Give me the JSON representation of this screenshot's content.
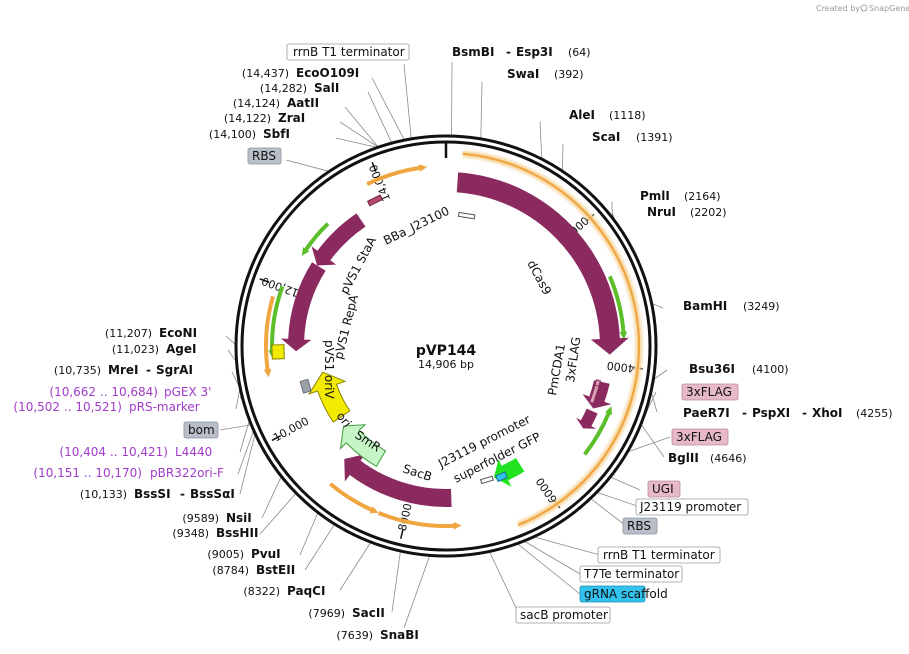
{
  "credit": {
    "prefix": "Created by",
    "brand": "SnapGene"
  },
  "plasmid": {
    "name": "pVP144",
    "size_label": "14,906 bp",
    "total_bp": 14906
  },
  "ticks": [
    {
      "bp": 2000,
      "label": "2000"
    },
    {
      "bp": 4000,
      "label": "4000"
    },
    {
      "bp": 6000,
      "label": "6000"
    },
    {
      "bp": 8000,
      "label": "8000"
    },
    {
      "bp": 10000,
      "label": "10,000"
    },
    {
      "bp": 12000,
      "label": "12,000"
    },
    {
      "bp": 14000,
      "label": "14,000"
    }
  ],
  "colors": {
    "cds": "#8b2a5f",
    "primer": "#f0a640",
    "primer_glow": "#f7d9a6",
    "green_arrow": "#5cbf2a",
    "gfp": "#22e322",
    "smr": "#c6f5c6",
    "ori": "#f2ea00",
    "rbs_box": "#b8bfc8",
    "tag_box": "#e7b9c8",
    "grna_box": "#33c1ee",
    "purple": "#a23cc9",
    "backbone": "#111111"
  },
  "features": [
    {
      "name": "dCas9",
      "type": "cds",
      "label": "dCas9"
    },
    {
      "name": "pVS1 StaA",
      "type": "cds",
      "label": "pVS1 StaA"
    },
    {
      "name": "pVS1 RepA",
      "type": "cds",
      "label": "pVS1 RepA"
    },
    {
      "name": "3xFLAG",
      "type": "cds",
      "label": "3xFLAG"
    },
    {
      "name": "PmCDA1",
      "type": "cds",
      "label": "PmCDA1"
    },
    {
      "name": "SacB",
      "type": "cds",
      "label": "SacB"
    },
    {
      "name": "superfolder GFP",
      "type": "gfp",
      "label": "superfolder GFP"
    },
    {
      "name": "J23119 promoter",
      "type": "promoter",
      "label": "J23119 promoter"
    },
    {
      "name": "SmR",
      "type": "smr",
      "label": "SmR"
    },
    {
      "name": "ori",
      "type": "ori",
      "label": "ori"
    },
    {
      "name": "pVS1 oriV",
      "type": "ori",
      "label": "pVS1 oriV"
    },
    {
      "name": "BBa_J23100",
      "type": "promoter",
      "label": "BBa_J23100"
    }
  ],
  "sites": [
    {
      "name": "BsmBI",
      "name2": "Esp3I",
      "pos": "(64)"
    },
    {
      "name": "SwaI",
      "pos": "(392)"
    },
    {
      "name": "AleI",
      "pos": "(1118)"
    },
    {
      "name": "ScaI",
      "pos": "(1391)"
    },
    {
      "name": "PmlI",
      "pos": "(2164)"
    },
    {
      "name": "NruI",
      "pos": "(2202)"
    },
    {
      "name": "BamHI",
      "pos": "(3249)"
    },
    {
      "name": "Bsu36I",
      "pos": "(4100)"
    },
    {
      "name": "PaeR7I",
      "name2": "PspXI",
      "name3": "XhoI",
      "pos": "(4255)"
    },
    {
      "name": "BglII",
      "pos": "(4646)"
    },
    {
      "name": "SnaBI",
      "pos": "(7639)"
    },
    {
      "name": "SacII",
      "pos": "(7969)"
    },
    {
      "name": "PaqCI",
      "pos": "(8322)"
    },
    {
      "name": "BstEII",
      "pos": "(8784)"
    },
    {
      "name": "PvuI",
      "pos": "(9005)"
    },
    {
      "name": "BssHII",
      "pos": "(9348)"
    },
    {
      "name": "NsiI",
      "pos": "(9589)"
    },
    {
      "name": "BssSI",
      "name2": "BssSαI",
      "pos": "(10,133)"
    },
    {
      "name": "MreI",
      "name2": "SgrAI",
      "pos": "(10,735)"
    },
    {
      "name": "AgeI",
      "pos": "(11,023)"
    },
    {
      "name": "EcoNI",
      "pos": "(11,207)"
    },
    {
      "name": "SbfI",
      "pos": "(14,100)"
    },
    {
      "name": "ZraI",
      "pos": "(14,122)"
    },
    {
      "name": "AatII",
      "pos": "(14,124)"
    },
    {
      "name": "SalI",
      "pos": "(14,282)"
    },
    {
      "name": "EcoO109I",
      "pos": "(14,437)"
    }
  ],
  "separator": "-",
  "boxed_labels": [
    {
      "text": "rrnB T1 terminator",
      "kind": "terminator"
    },
    {
      "text": "RBS",
      "kind": "rbs"
    },
    {
      "text": "3xFLAG",
      "kind": "tag"
    },
    {
      "text": "3xFLAG",
      "kind": "tag"
    },
    {
      "text": "UGI",
      "kind": "tag"
    },
    {
      "text": "J23119 promoter",
      "kind": "promoter"
    },
    {
      "text": "RBS",
      "kind": "rbs"
    },
    {
      "text": "rrnB T1 terminator",
      "kind": "terminator"
    },
    {
      "text": "T7Te terminator",
      "kind": "terminator"
    },
    {
      "text": "gRNA scaffold",
      "kind": "grna"
    },
    {
      "text": "sacB promoter",
      "kind": "promoter"
    },
    {
      "text": "bom",
      "kind": "rbs"
    }
  ],
  "primer_binding": [
    {
      "range": "(10,662 .. 10,684)",
      "name": "pGEX 3'"
    },
    {
      "range": "(10,502 .. 10,521)",
      "name": "pRS-marker"
    },
    {
      "range": "(10,404 .. 10,421)",
      "name": "L4440"
    },
    {
      "range": "(10,151 .. 10,170)",
      "name": "pBR322ori-F"
    }
  ]
}
